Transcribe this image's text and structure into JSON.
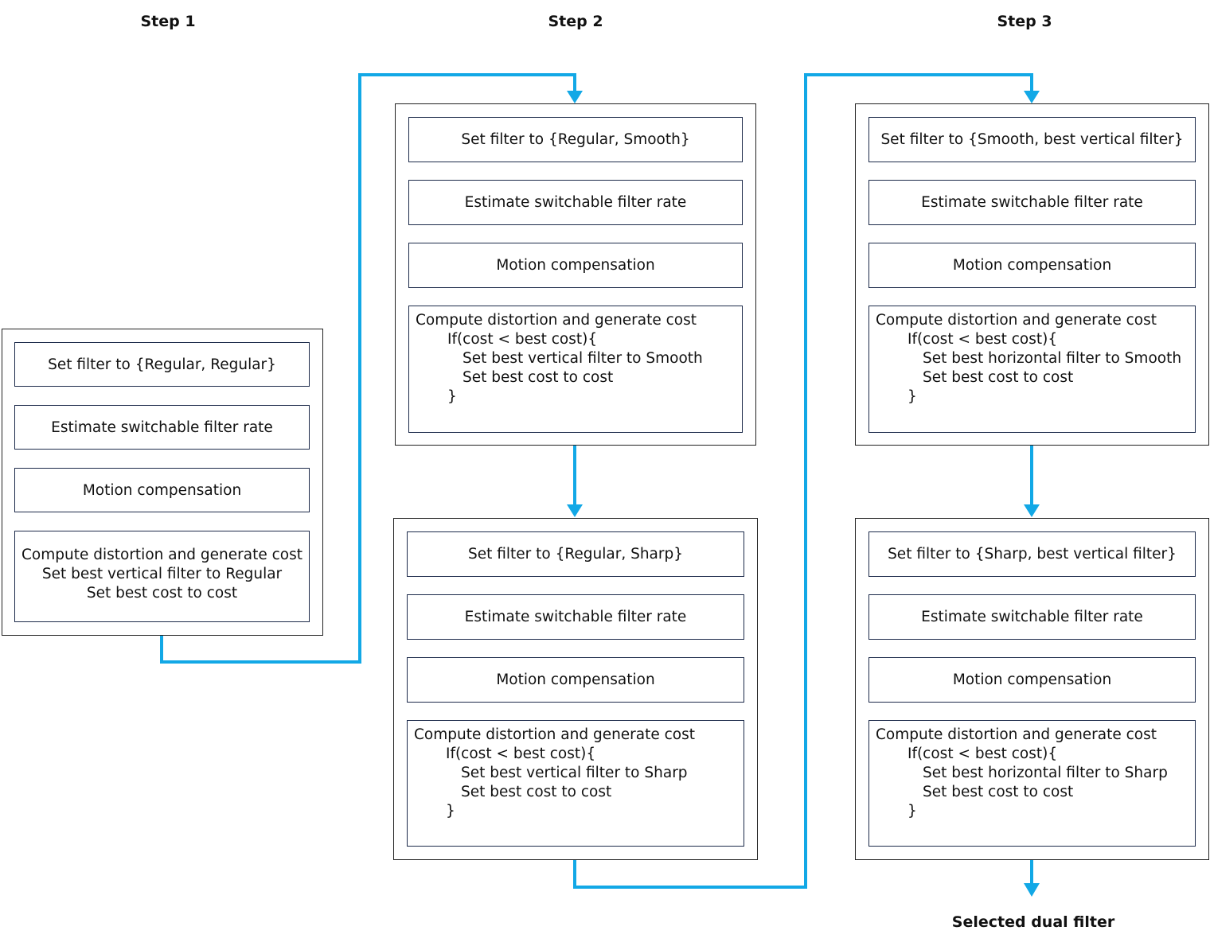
{
  "steps": {
    "step1": "Step 1",
    "step2": "Step 2",
    "step3": "Step 3"
  },
  "group1": {
    "set_filter": "Set filter to {Regular, Regular}",
    "estimate": "Estimate switchable filter rate",
    "motion": "Motion compensation",
    "compute": [
      "Compute distortion and generate cost",
      "Set best vertical filter to Regular",
      "Set best cost to cost"
    ]
  },
  "group2a": {
    "set_filter": "Set filter to {Regular, Smooth}",
    "estimate": "Estimate switchable filter rate",
    "motion": "Motion compensation",
    "compute": [
      "Compute distortion and generate cost",
      "If(cost < best cost){",
      "Set best vertical filter to Smooth",
      "Set best cost to cost",
      "}"
    ]
  },
  "group2b": {
    "set_filter": "Set filter to {Regular, Sharp}",
    "estimate": "Estimate switchable filter rate",
    "motion": "Motion compensation",
    "compute": [
      "Compute distortion and generate cost",
      "If(cost < best cost){",
      "Set best vertical filter to Sharp",
      "Set best cost to cost",
      "}"
    ]
  },
  "group3a": {
    "set_filter": "Set filter to {Smooth, best vertical filter}",
    "estimate": "Estimate switchable filter rate",
    "motion": "Motion compensation",
    "compute": [
      "Compute distortion and generate cost",
      "If(cost < best cost){",
      "Set best horizontal filter to Smooth",
      "Set best cost to cost",
      "}"
    ]
  },
  "group3b": {
    "set_filter": "Set filter to {Sharp, best vertical filter}",
    "estimate": "Estimate switchable filter rate",
    "motion": "Motion compensation",
    "compute": [
      "Compute distortion and generate cost",
      "If(cost < best cost){",
      "Set best horizontal filter to Sharp",
      "Set best cost to cost",
      "}"
    ]
  },
  "result": "Selected dual filter",
  "colors": {
    "connector": "#12a8e6",
    "box_border": "#1c2a4a"
  }
}
